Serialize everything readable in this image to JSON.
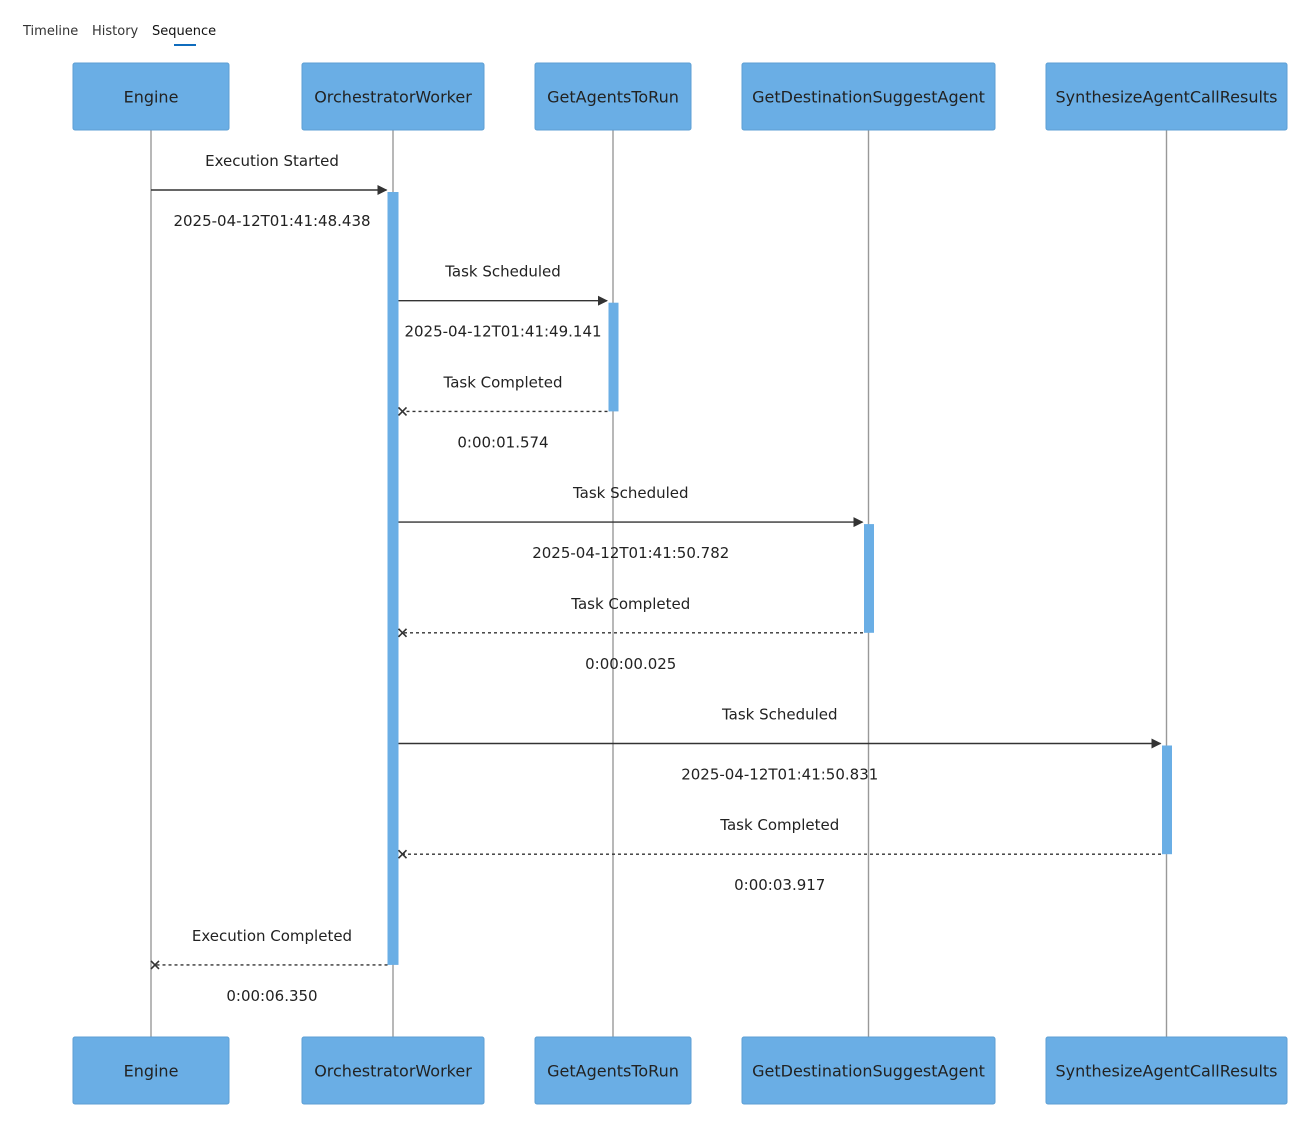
{
  "tabs": [
    {
      "label": "Timeline",
      "active": false
    },
    {
      "label": "History",
      "active": false
    },
    {
      "label": "Sequence",
      "active": true
    }
  ],
  "colors": {
    "actor_fill": "#6aaee5",
    "activation_fill": "#6aaee5",
    "lifeline": "#999999",
    "arrow": "#333333",
    "tab_underline": "#0f6cbd"
  },
  "actors": [
    {
      "name": "Engine"
    },
    {
      "name": "OrchestratorWorker"
    },
    {
      "name": "GetAgentsToRun"
    },
    {
      "name": "GetDestinationSuggestAgent"
    },
    {
      "name": "SynthesizeAgentCallResults"
    }
  ],
  "messages": [
    {
      "from": 0,
      "to": 1,
      "label": "Execution Started",
      "sublabel": "2025-04-12T01:41:48.438",
      "kind": "call"
    },
    {
      "from": 1,
      "to": 2,
      "label": "Task Scheduled",
      "sublabel": "2025-04-12T01:41:49.141",
      "kind": "call"
    },
    {
      "from": 2,
      "to": 1,
      "label": "Task Completed",
      "sublabel": "0:00:01.574",
      "kind": "return"
    },
    {
      "from": 1,
      "to": 3,
      "label": "Task Scheduled",
      "sublabel": "2025-04-12T01:41:50.782",
      "kind": "call"
    },
    {
      "from": 3,
      "to": 1,
      "label": "Task Completed",
      "sublabel": "0:00:00.025",
      "kind": "return"
    },
    {
      "from": 1,
      "to": 4,
      "label": "Task Scheduled",
      "sublabel": "2025-04-12T01:41:50.831",
      "kind": "call"
    },
    {
      "from": 4,
      "to": 1,
      "label": "Task Completed",
      "sublabel": "0:00:03.917",
      "kind": "return"
    },
    {
      "from": 1,
      "to": 0,
      "label": "Execution Completed",
      "sublabel": "0:00:06.350",
      "kind": "return"
    }
  ]
}
